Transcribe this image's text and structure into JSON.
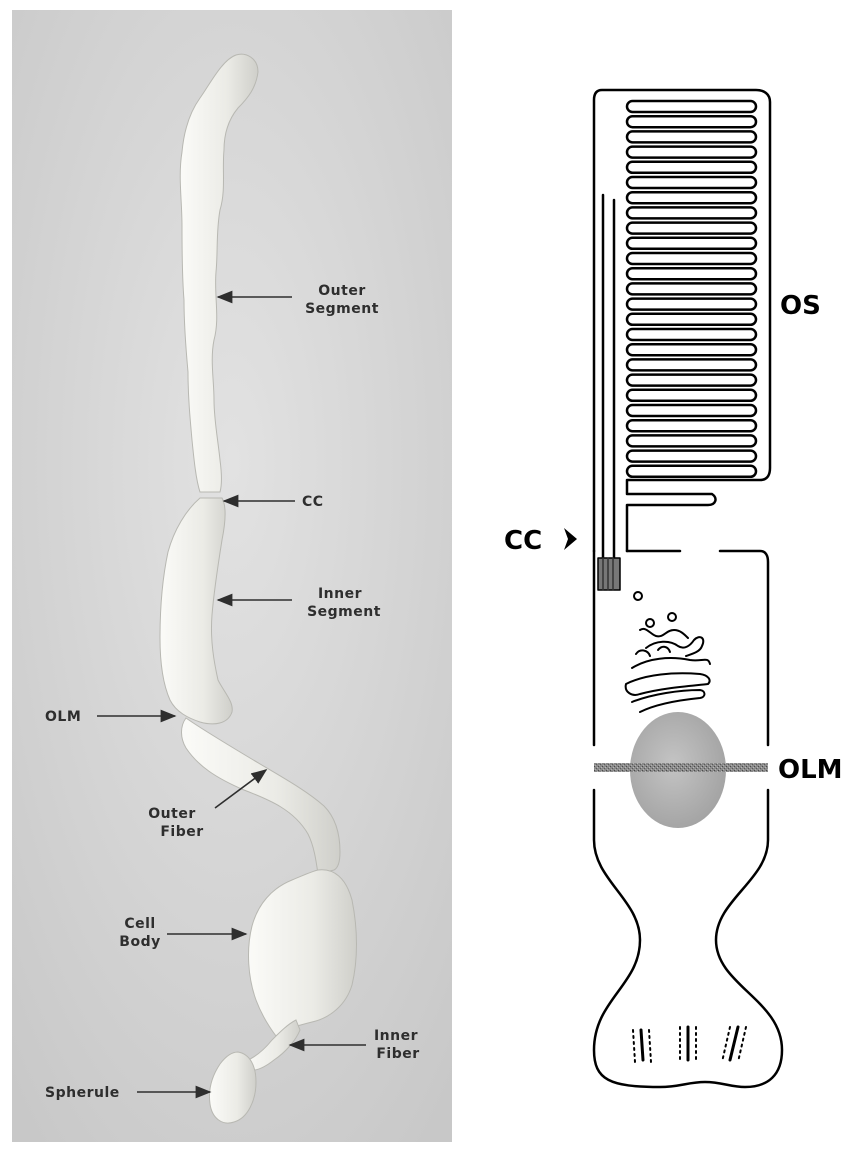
{
  "micrograph": {
    "labels": {
      "outer_segment": [
        "Outer",
        "Segment"
      ],
      "cc": "CC",
      "inner_segment": [
        "Inner",
        "Segment"
      ],
      "olm": "OLM",
      "outer_fiber": [
        "Outer",
        "Fiber"
      ],
      "cell_body": [
        "Cell",
        "Body"
      ],
      "inner_fiber": [
        "Inner",
        "Fiber"
      ],
      "spherule": "Spherule"
    }
  },
  "schematic": {
    "labels": {
      "os": "OS",
      "cc": "CC",
      "olm": "OLM"
    }
  },
  "colors": {
    "photo_background": "#d6d6d6",
    "cell_fill": "#eeeeea",
    "label_text": "#2e2e2e",
    "schematic_stroke": "#000000",
    "nucleus": "#b0b0b0",
    "olm_band": "#7a7a7a"
  }
}
